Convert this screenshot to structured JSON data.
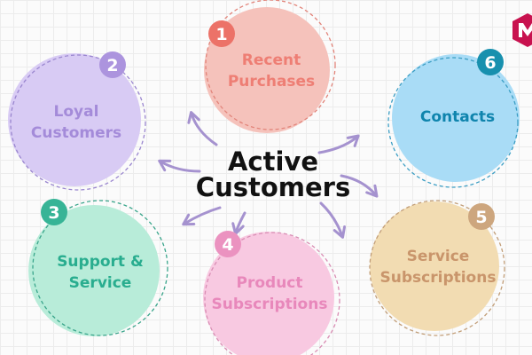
{
  "center": {
    "lines": [
      "Active",
      "Customers"
    ]
  },
  "nodes": [
    {
      "number": "1",
      "lines": [
        "Recent",
        "Purchases"
      ],
      "fill": "#f5c2bb",
      "text_color": "#ee7e74",
      "badge_color": "#ec7268",
      "stroke": "#e2847a"
    },
    {
      "number": "2",
      "lines": [
        "Loyal",
        "Customers"
      ],
      "fill": "#d8cbf4",
      "text_color": "#a48bd9",
      "badge_color": "#ac94de",
      "stroke": "#9a86cf"
    },
    {
      "number": "3",
      "lines": [
        "Support &",
        "Service"
      ],
      "fill": "#b8ecd9",
      "text_color": "#29ad8f",
      "badge_color": "#37b496",
      "stroke": "#3aa58b"
    },
    {
      "number": "4",
      "lines": [
        "Product",
        "Subscriptions"
      ],
      "fill": "#f8c9e1",
      "text_color": "#e888bb",
      "badge_color": "#eb92c0",
      "stroke": "#d98db4"
    },
    {
      "number": "5",
      "lines": [
        "Service",
        "Subscriptions"
      ],
      "fill": "#f2dcb2",
      "text_color": "#c9956b",
      "badge_color": "#cda67e",
      "stroke": "#c29e78"
    },
    {
      "number": "6",
      "lines": [
        "Contacts"
      ],
      "fill": "#a9dcf6",
      "text_color": "#0f84ad",
      "badge_color": "#1890ae",
      "stroke": "#3c9ec4"
    }
  ],
  "arrow_color": "#a592cf",
  "logo_color": "#c8124f",
  "logo_icon": "logo-icon"
}
